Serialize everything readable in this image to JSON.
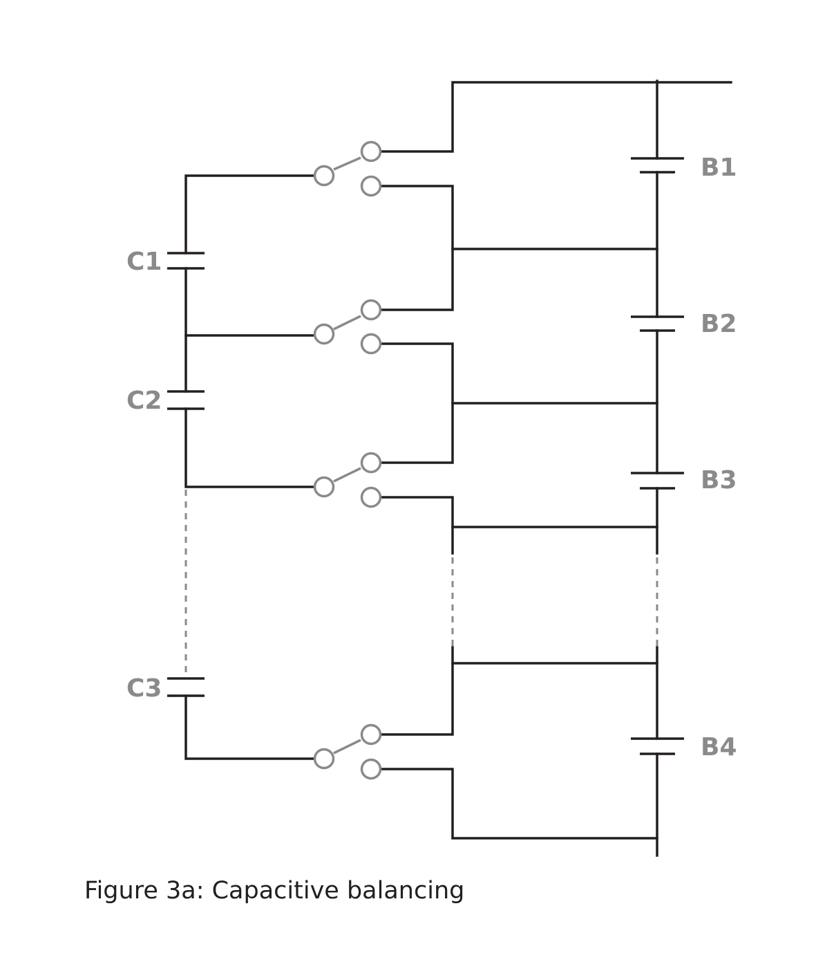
{
  "figure": {
    "caption": "Figure 3a: Capacitive balancing"
  },
  "batteries": [
    {
      "label": "B1"
    },
    {
      "label": "B2"
    },
    {
      "label": "B3"
    },
    {
      "label": "B4"
    }
  ],
  "capacitors": [
    {
      "label": "C1"
    },
    {
      "label": "C2"
    },
    {
      "label": "C3"
    }
  ],
  "switch_count": 4,
  "colors": {
    "wire": "#231f20",
    "switch": "#8a8a8a",
    "label": "#8a8a8a",
    "dashed_connection": "#8a8a8a"
  }
}
